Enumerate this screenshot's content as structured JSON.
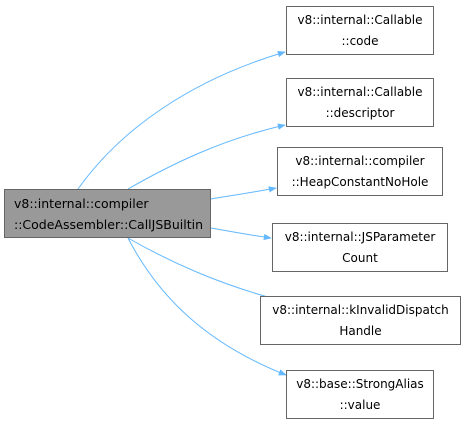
{
  "root": {
    "line1": "v8::internal::compiler",
    "line2": "::CodeAssembler::CallJSBuiltin"
  },
  "callees": [
    {
      "line1": "v8::internal::Callable",
      "line2": "::code"
    },
    {
      "line1": "v8::internal::Callable",
      "line2": "::descriptor"
    },
    {
      "line1": "v8::internal::compiler",
      "line2": "::HeapConstantNoHole"
    },
    {
      "line1": "v8::internal::JSParameter",
      "line2": "Count"
    },
    {
      "line1": "v8::internal::kInvalidDispatch",
      "line2": "Handle"
    },
    {
      "line1": "v8::base::StrongAlias",
      "line2": "::value"
    }
  ],
  "colors": {
    "edge": "#63b8ff",
    "root_fill": "#999999",
    "node_border": "#666666"
  }
}
